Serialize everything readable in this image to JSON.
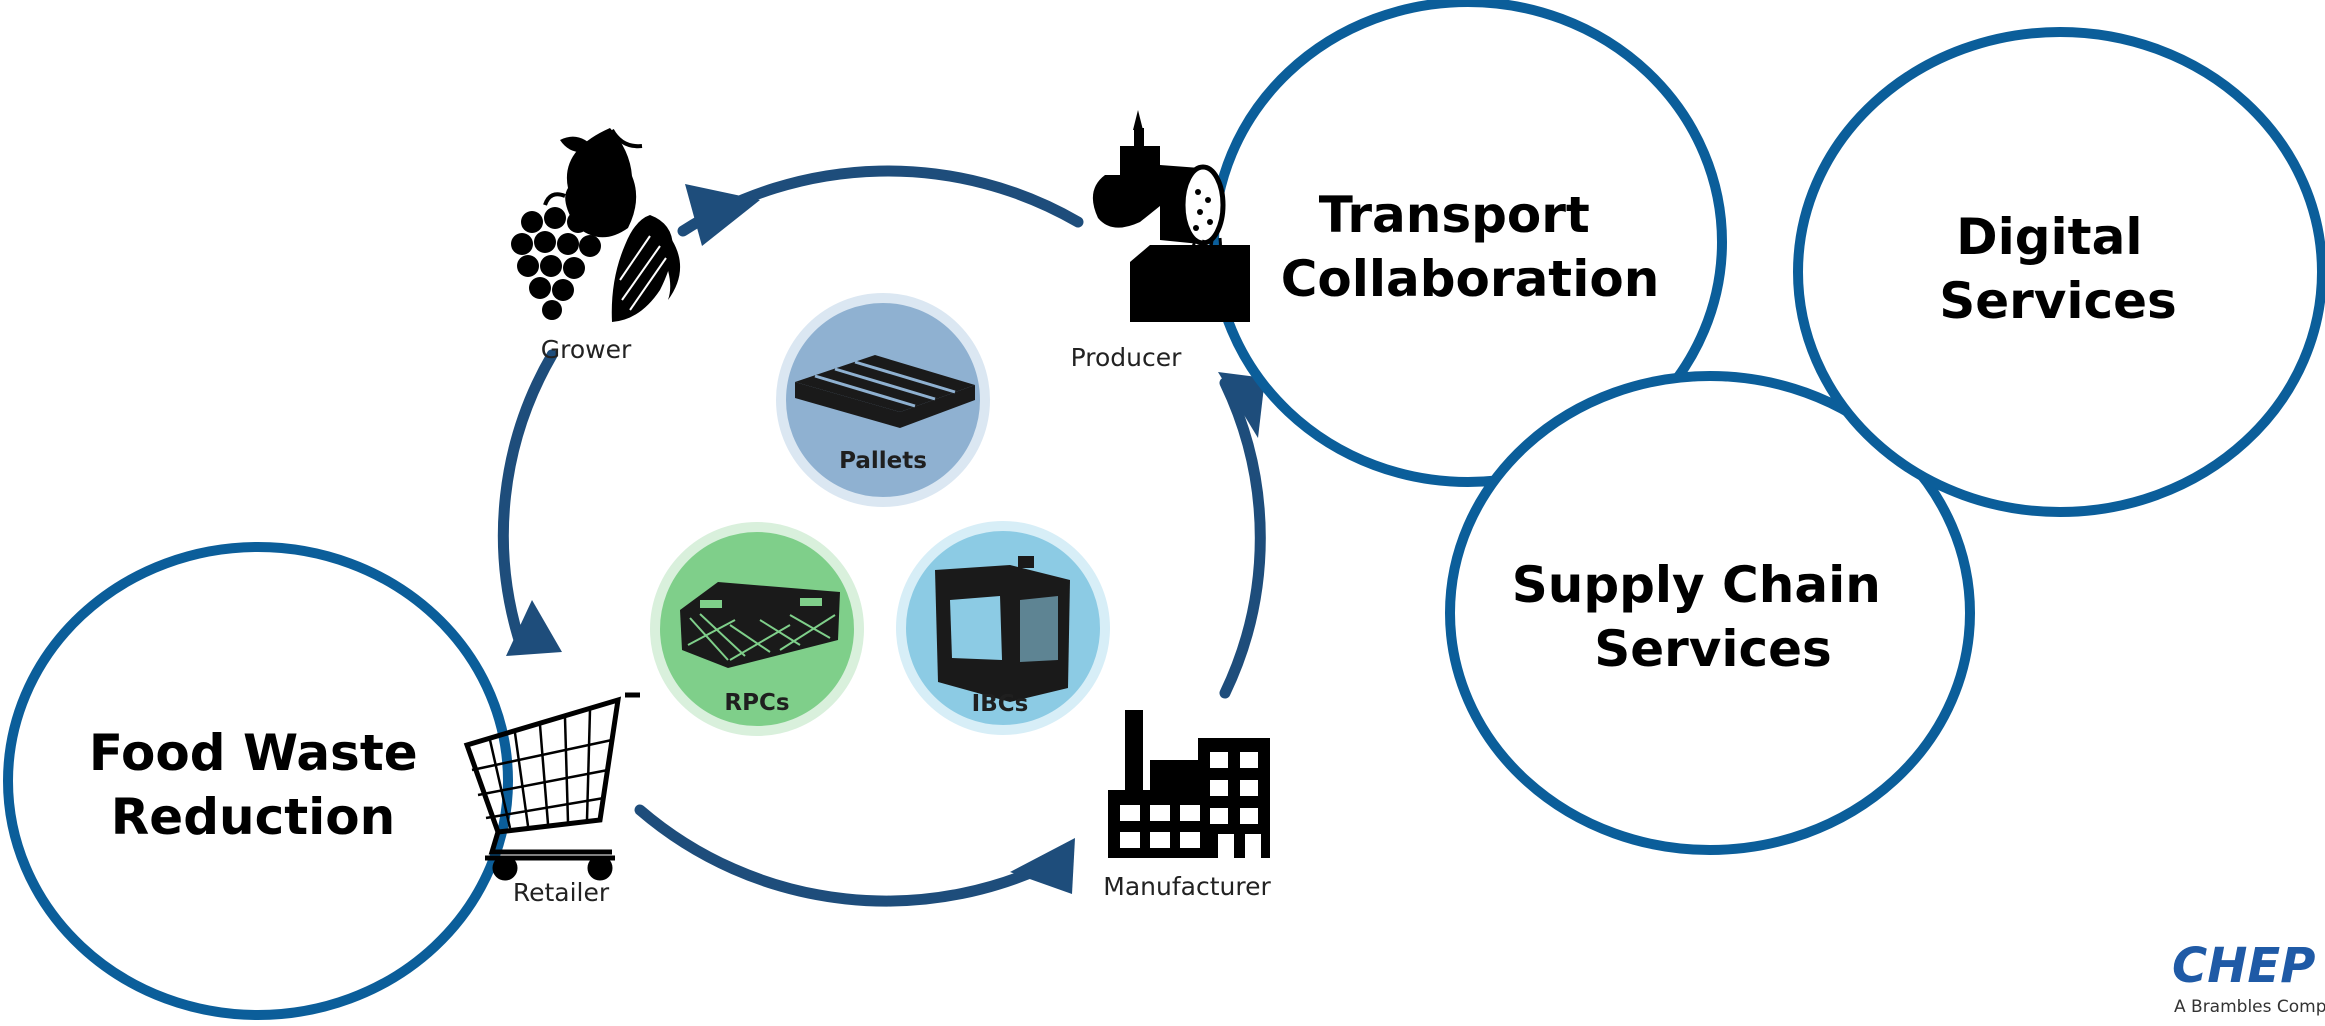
{
  "colors": {
    "ring": "#0b5e9a",
    "cycle": "#1e4d7b",
    "pallets_bg": "#8fb1d1",
    "rpcs_bg": "#7fcf8a",
    "ibcs_bg": "#8ccbe4",
    "brand": "#1f5aa6"
  },
  "services": {
    "food_waste": [
      "Food Waste",
      "Reduction"
    ],
    "transport": [
      "Transport",
      "Collaboration"
    ],
    "digital": [
      "Digital",
      "Services"
    ],
    "supply_chain": [
      "Supply Chain",
      "Services"
    ]
  },
  "stages": {
    "grower": "Grower",
    "producer": "Producer",
    "manufacturer": "Manufacturer",
    "retailer": "Retailer"
  },
  "assets": {
    "pallets": "Pallets",
    "rpcs": "RPCs",
    "ibcs": "IBCs"
  },
  "logo": {
    "name": "CHEP",
    "tagline": "A Brambles Company"
  },
  "icons": [
    "fruit-icon",
    "meat-grinder-icon",
    "factory-icon",
    "shopping-cart-icon",
    "pallet-icon",
    "crate-icon",
    "ibc-container-icon"
  ]
}
